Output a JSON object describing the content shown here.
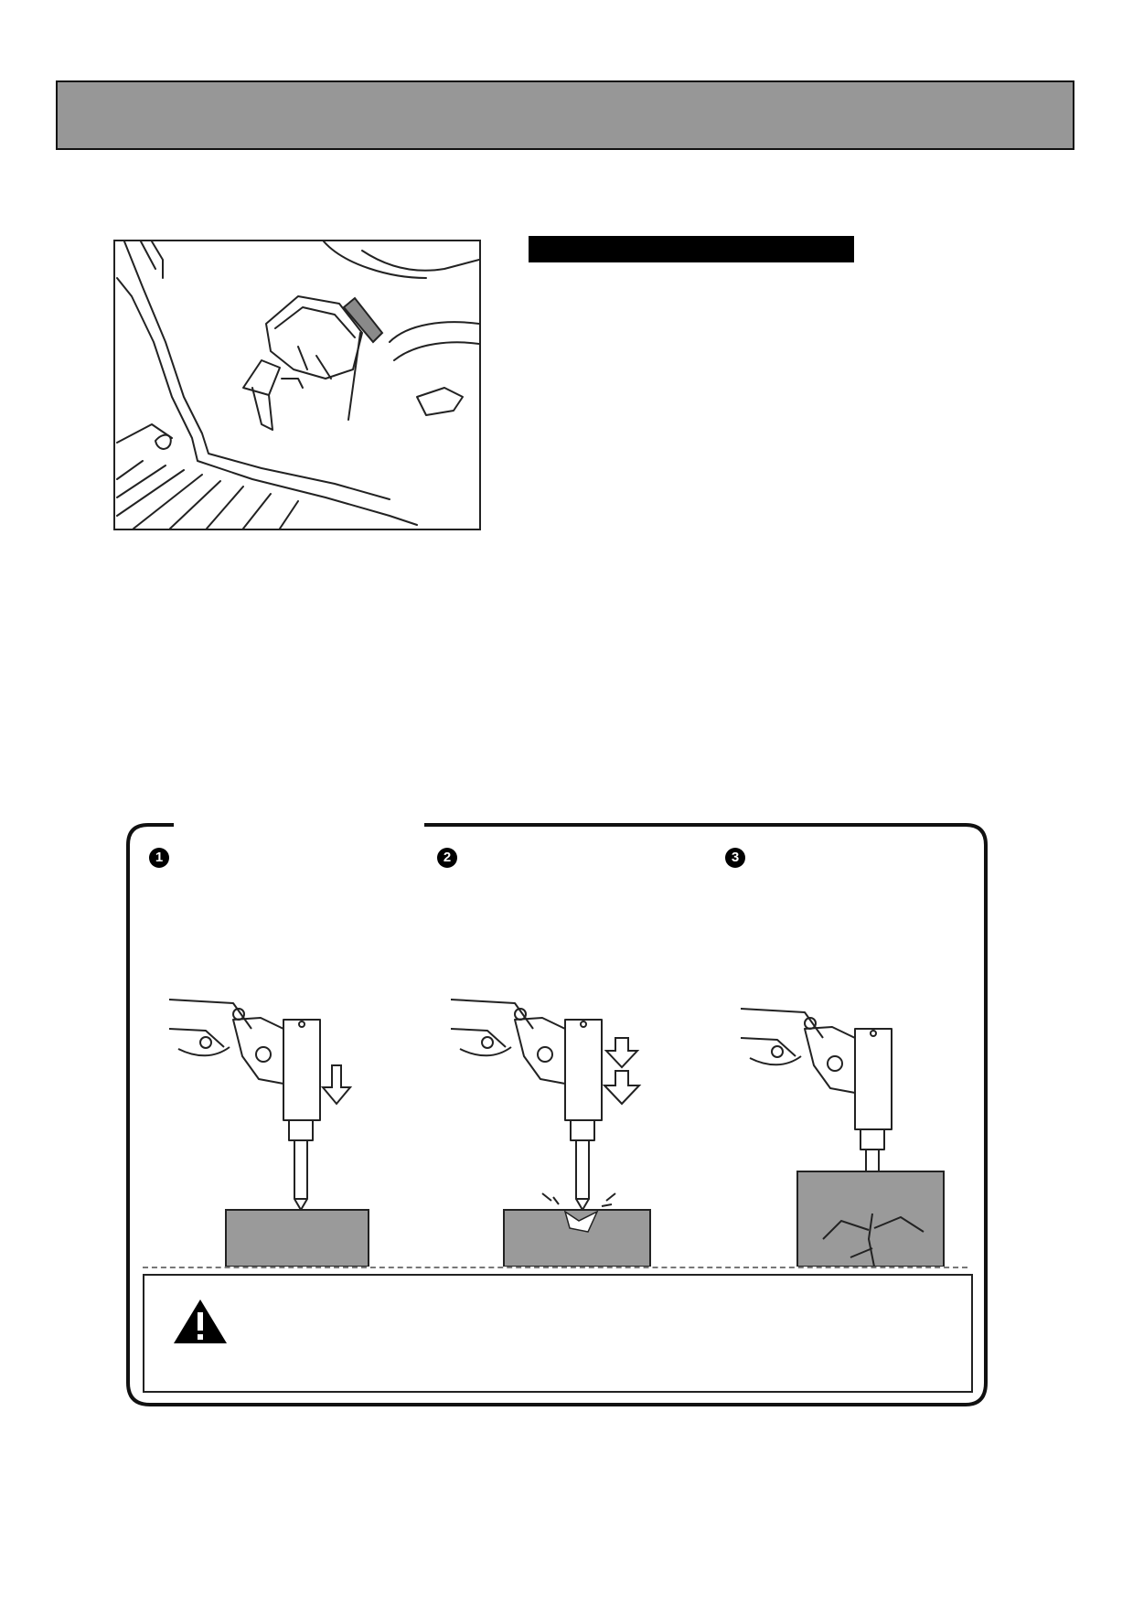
{
  "steps": [
    {
      "number": "1"
    },
    {
      "number": "2"
    },
    {
      "number": "3"
    }
  ],
  "colors": {
    "header_gray": "#979797",
    "ink": "#000000",
    "rock_gray": "#9a9a9a"
  },
  "icons": {
    "warning": "warning-triangle-icon",
    "step_badge": "filled-circle-number"
  }
}
